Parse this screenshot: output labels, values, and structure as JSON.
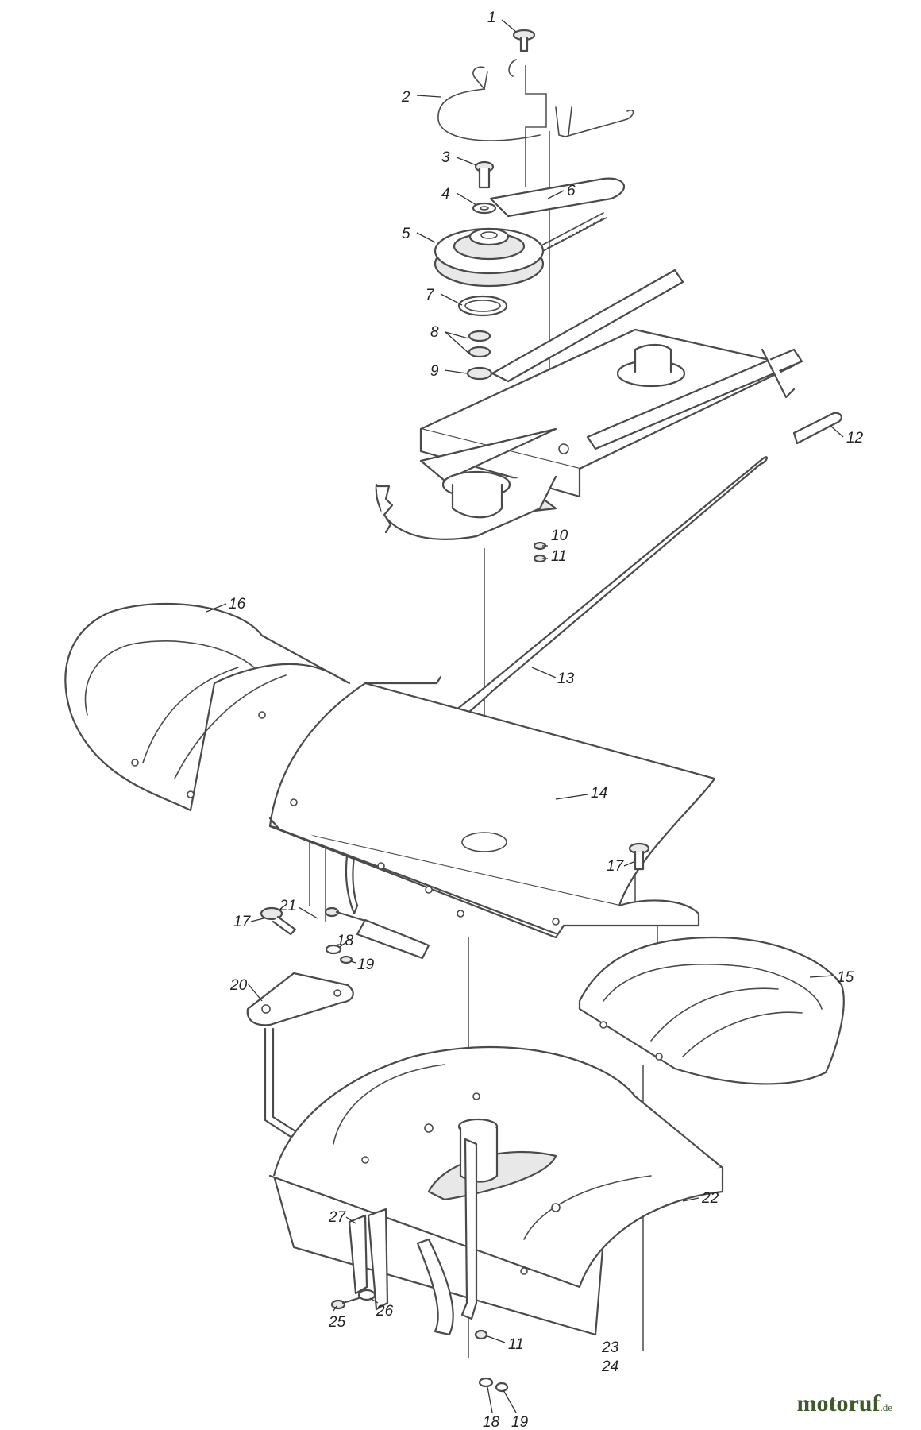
{
  "callouts": [
    "1",
    "2",
    "3",
    "4",
    "5",
    "6",
    "7",
    "8",
    "9",
    "10",
    "11",
    "12",
    "13",
    "14",
    "15",
    "16",
    "17",
    "17",
    "18",
    "19",
    "20",
    "21",
    "22",
    "23",
    "24",
    "25",
    "26",
    "27",
    "11",
    "18",
    "19"
  ],
  "brand": {
    "name": "motoruf",
    "suffix": ".de"
  }
}
